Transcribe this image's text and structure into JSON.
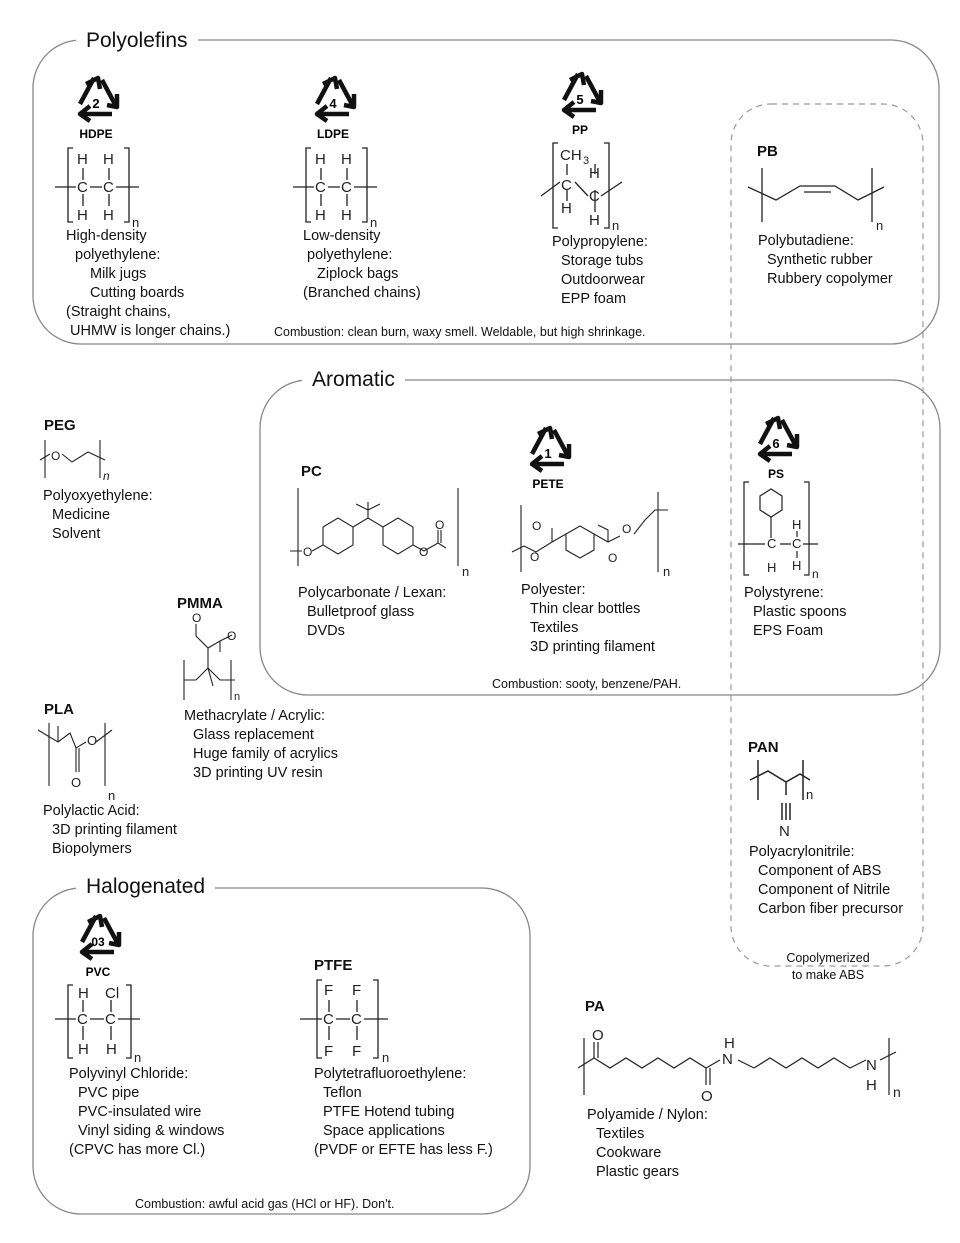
{
  "groups": {
    "polyolefins": {
      "title": "Polyolefins",
      "combustion": "Combustion: clean burn, waxy smell.  Weldable, but high shrinkage."
    },
    "aromatic": {
      "title": "Aromatic",
      "combustion": "Combustion: sooty, benzene/PAH."
    },
    "halogenated": {
      "title": "Halogenated",
      "combustion": "Combustion: awful acid gas (HCl or HF).  Don't."
    },
    "abs_note": [
      "Copolymerized",
      "to make ABS"
    ]
  },
  "polymers": {
    "hdpe": {
      "code": "2",
      "code_label": "HDPE",
      "lines": [
        "High-density",
        "polyethylene:",
        "Milk jugs",
        "Cutting boards",
        "(Straight chains,",
        "UHMW is longer chains.)"
      ]
    },
    "ldpe": {
      "code": "4",
      "code_label": "LDPE",
      "lines": [
        "Low-density",
        "polyethylene:",
        "Ziplock bags",
        "(Branched chains)"
      ]
    },
    "pp": {
      "code": "5",
      "code_label": "PP",
      "lines": [
        "Polypropylene:",
        "Storage tubs",
        "Outdoorwear",
        "EPP foam"
      ]
    },
    "pb": {
      "abbr": "PB",
      "lines": [
        "Polybutadiene:",
        "Synthetic rubber",
        "Rubbery copolymer"
      ]
    },
    "peg": {
      "abbr": "PEG",
      "lines": [
        "Polyoxyethylene:",
        "Medicine",
        "Solvent"
      ]
    },
    "pc": {
      "abbr": "PC",
      "lines": [
        "Polycarbonate / Lexan:",
        "Bulletproof glass",
        "DVDs"
      ]
    },
    "pete": {
      "code": "1",
      "code_label": "PETE",
      "lines": [
        "Polyester:",
        "Thin clear bottles",
        "Textiles",
        "3D printing filament"
      ]
    },
    "ps": {
      "code": "6",
      "code_label": "PS",
      "lines": [
        "Polystyrene:",
        "Plastic spoons",
        "EPS Foam"
      ]
    },
    "pmma": {
      "abbr": "PMMA",
      "lines": [
        "Methacrylate / Acrylic:",
        "Glass replacement",
        "Huge family of acrylics",
        "3D printing UV resin"
      ]
    },
    "pla": {
      "abbr": "PLA",
      "lines": [
        "Polylactic Acid:",
        "3D printing filament",
        "Biopolymers"
      ]
    },
    "pan": {
      "abbr": "PAN",
      "lines": [
        "Polyacrylonitrile:",
        "Component of ABS",
        "Component of Nitrile",
        "Carbon fiber precursor"
      ]
    },
    "pvc": {
      "code": "03",
      "code_label": "PVC",
      "lines": [
        "Polyvinyl Chloride:",
        "PVC pipe",
        "PVC-insulated wire",
        "Vinyl siding & windows",
        "(CPVC has more Cl.)"
      ]
    },
    "ptfe": {
      "abbr": "PTFE",
      "lines": [
        "Polytetrafluoroethylene:",
        "Teflon",
        "PTFE Hotend tubing",
        "Space applications",
        "(PVDF or EFTE has less F.)"
      ]
    },
    "pa": {
      "abbr": "PA",
      "lines": [
        "Polyamide / Nylon:",
        "Textiles",
        "Cookware",
        "Plastic gears"
      ]
    }
  },
  "structure_text": {
    "H": "H",
    "C": "C",
    "Cl": "Cl",
    "F": "F",
    "O": "O",
    "N": "N",
    "CH3": "CH",
    "sub3": "3",
    "n": "n"
  }
}
